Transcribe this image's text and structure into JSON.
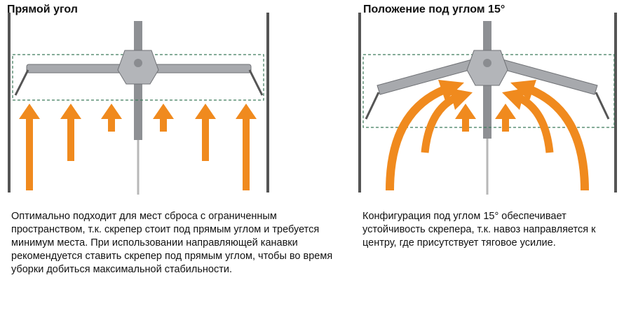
{
  "panels": [
    {
      "title": "Прямой угол",
      "description": "Оптимально подходит для мест сброса с ограниченным пространством, т.к. скрепер стоит под прямым углом и требуется минимум места. При использовании направляющей канавки рекомендуется ставить скрепер под прямым углом, чтобы во время уборки добиться максимальной стабильности."
    },
    {
      "title": "Положение под углом 15°",
      "description": "Конфигурация под углом 15° обеспечивает устойчивость скрепера, т.к. навоз направляется к центру, где присутствует тяговое усилие."
    }
  ],
  "colors": {
    "arrow": "#f08a1e",
    "wall": "#555555",
    "scraper": "#a7a9ad",
    "dashed_outline": "#3c7a5a"
  }
}
